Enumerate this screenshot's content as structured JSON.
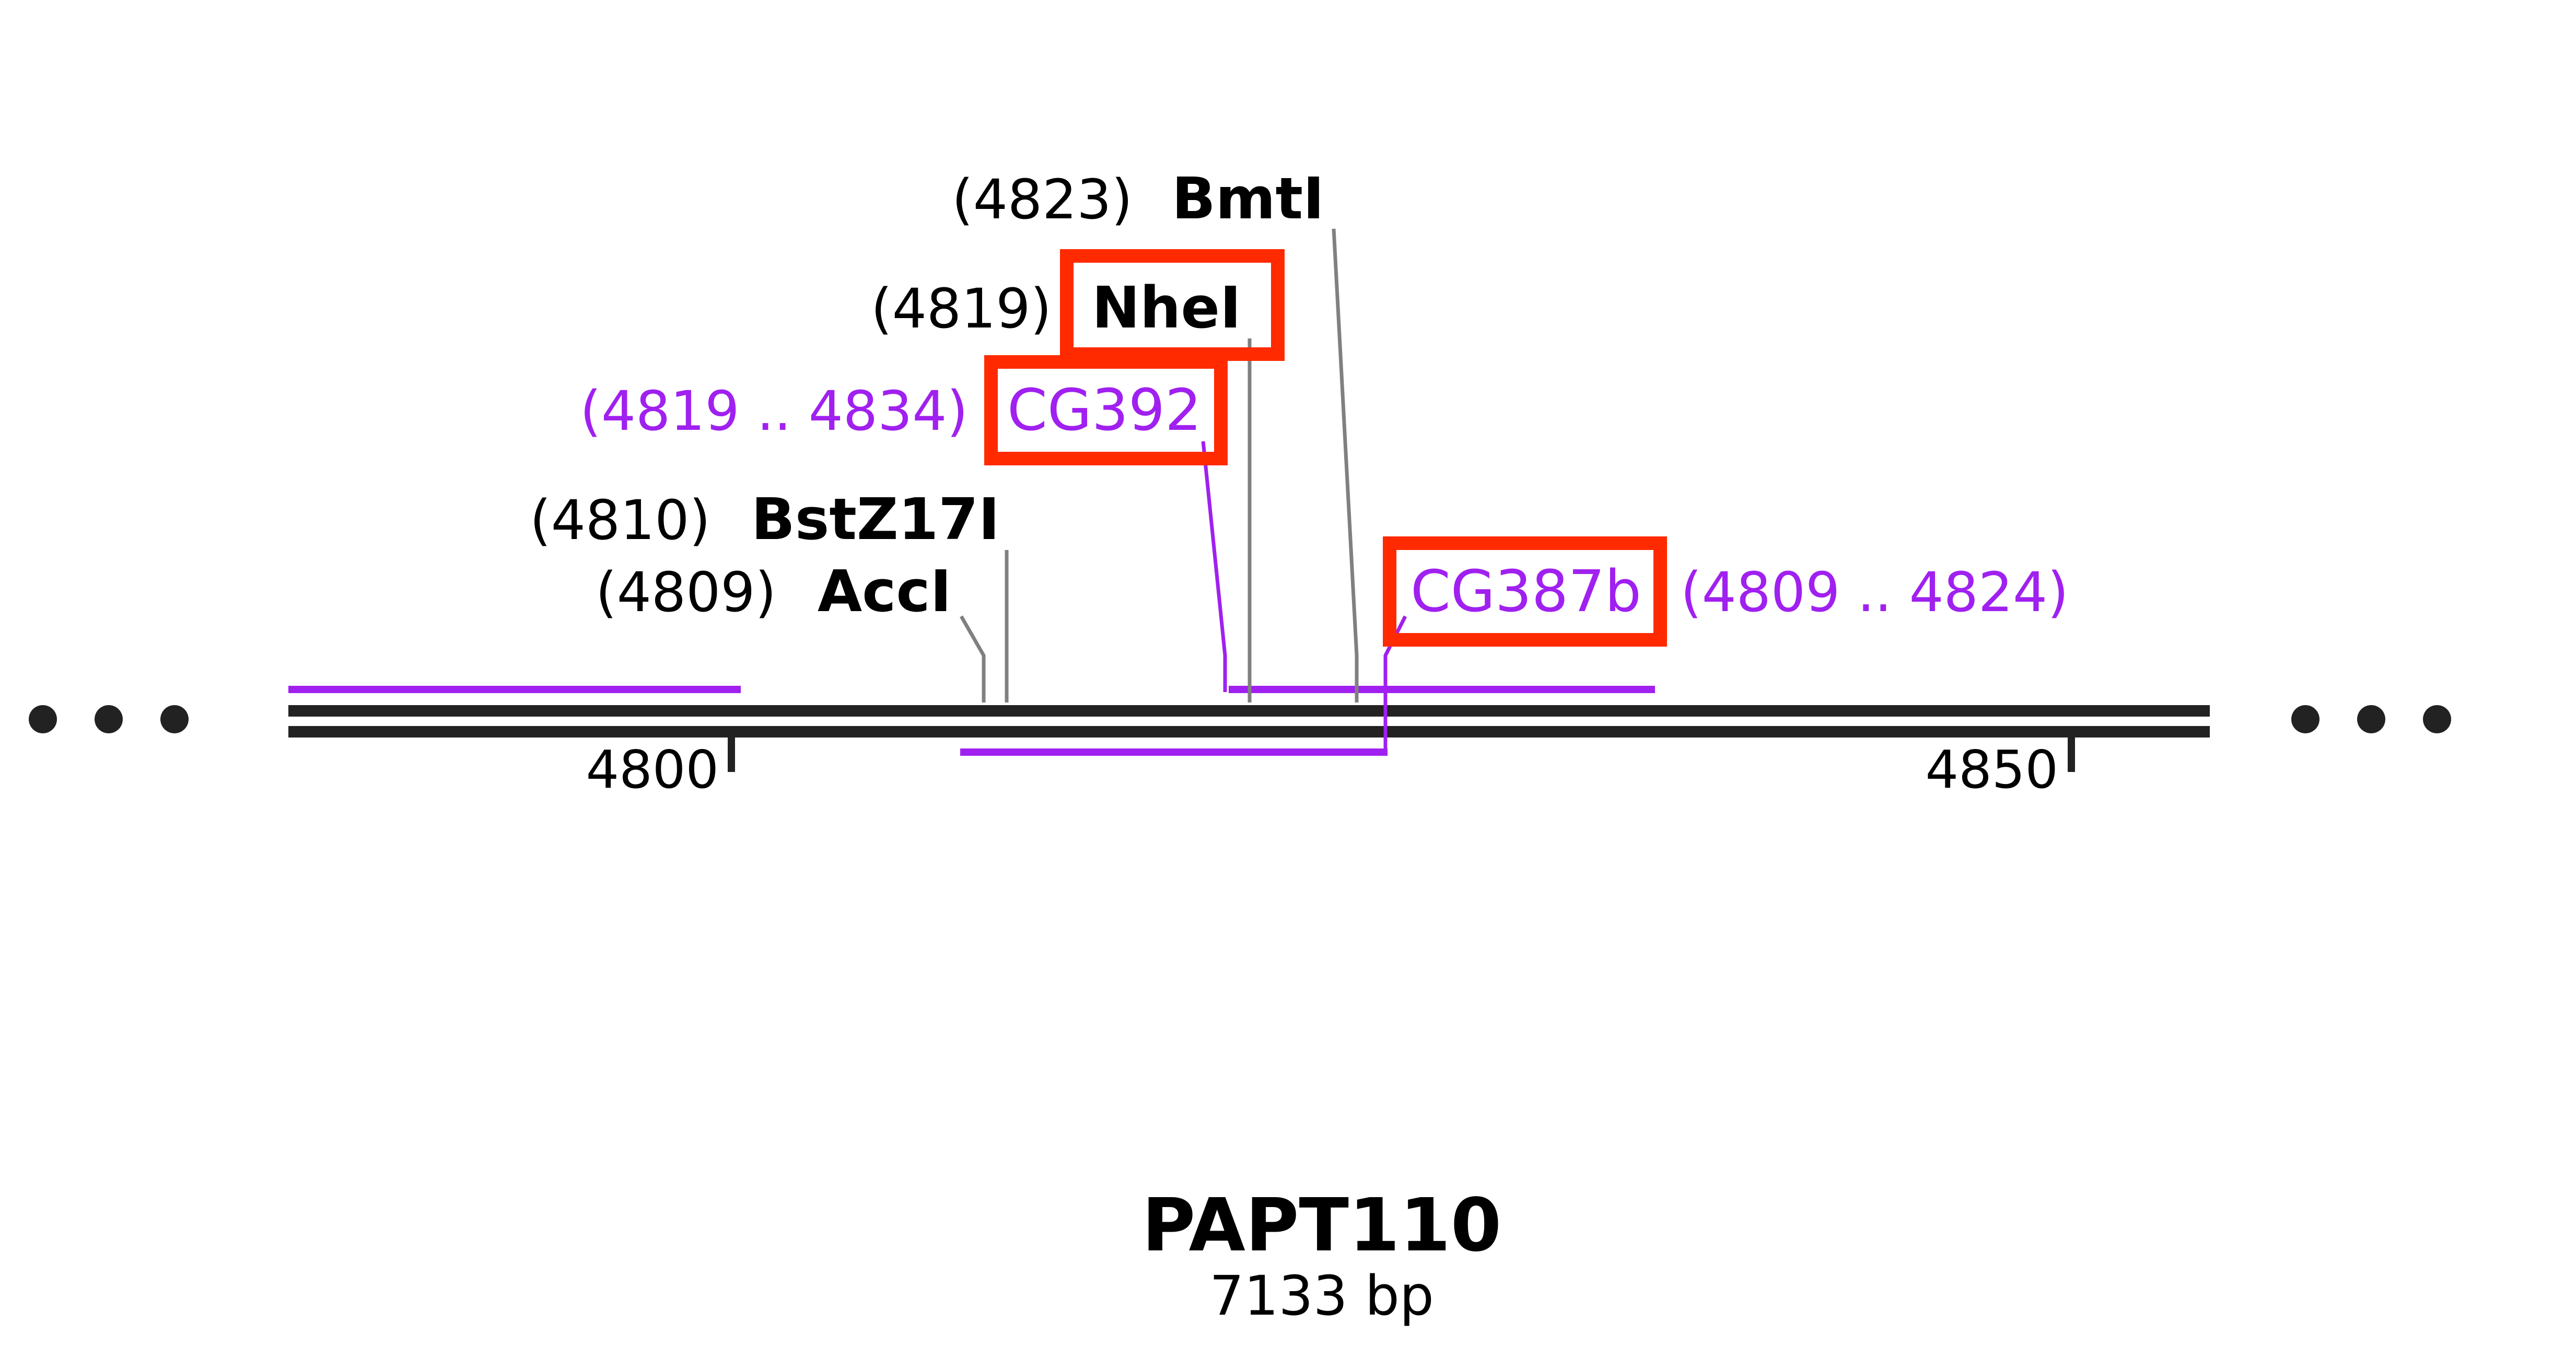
{
  "plasmid": {
    "name": "PAPT110",
    "length_label": "7133 bp"
  },
  "ticks": {
    "t4800": "4800",
    "t4850": "4850"
  },
  "enzymes": {
    "bmti": {
      "name": "BmtI",
      "pos_label": "(4823)",
      "highlighted": false
    },
    "nhei": {
      "name": "NheI",
      "pos_label": "(4819)",
      "highlighted": true
    },
    "bstz17i": {
      "name": "BstZ17I",
      "pos_label": "(4810)",
      "highlighted": false
    },
    "acci": {
      "name": "AccI",
      "pos_label": "(4809)",
      "highlighted": false
    }
  },
  "features": {
    "cg392": {
      "name": "CG392",
      "range_label": "(4819 .. 4834)",
      "highlighted": true
    },
    "cg387b": {
      "name": "CG387b",
      "range_label": "(4809 .. 4824)",
      "highlighted": true
    }
  },
  "colors": {
    "backbone": "#222222",
    "feature": "#a020f0",
    "highlight": "#ff2a00",
    "enzyme_line": "#808080",
    "text": "#000000"
  },
  "icons": {
    "left_ellipsis": "ellipsis-dots",
    "right_ellipsis": "ellipsis-dots"
  }
}
